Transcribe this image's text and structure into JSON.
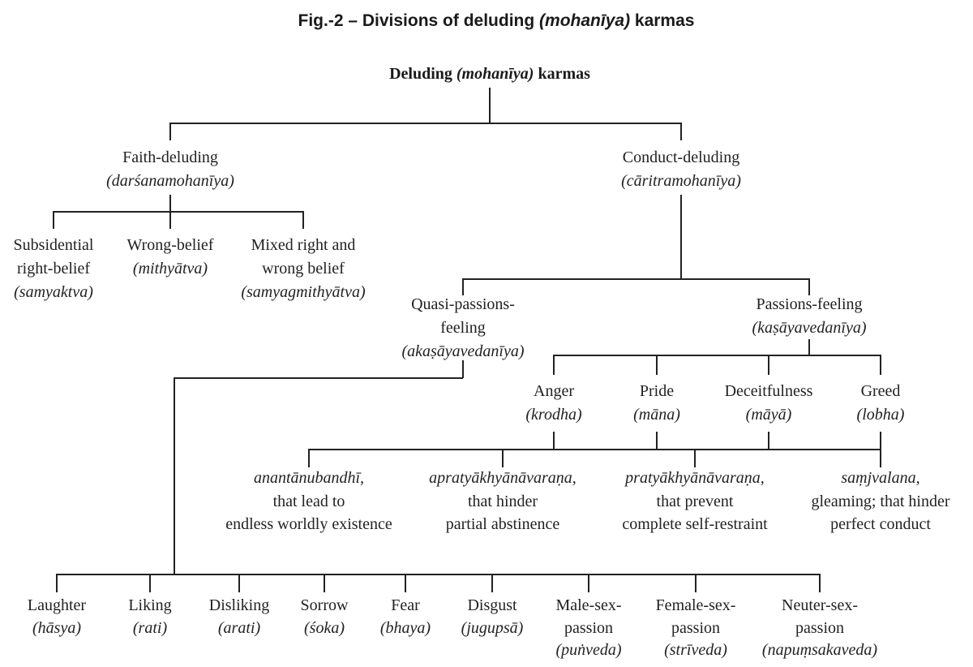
{
  "figure": {
    "title_prefix": "Fig.-2 – Divisions of deluding ",
    "title_italic": "(mohanīya)",
    "title_suffix": " karmas"
  },
  "root": {
    "label_prefix": "Deluding ",
    "label_italic": "(mohanīya)",
    "label_suffix": " karmas"
  },
  "faith_deluding": {
    "name": "Faith-deluding",
    "term": "(darśanamohanīya)",
    "children": [
      {
        "lines": [
          "Subsidential",
          "right-belief"
        ],
        "term": "(samyaktva)"
      },
      {
        "lines": [
          "Wrong-belief"
        ],
        "term": "(mithyātva)"
      },
      {
        "lines": [
          "Mixed right and",
          "wrong belief"
        ],
        "term": "(samyagmithyātva)"
      }
    ]
  },
  "conduct_deluding": {
    "name": "Conduct-deluding",
    "term": "(cāritramohanīya)"
  },
  "quasi_passions": {
    "lines": [
      "Quasi-passions-",
      "feeling"
    ],
    "term": "(akaṣāyavedanīya)",
    "children": [
      {
        "lines": [
          "Laughter"
        ],
        "term": "(hāsya)"
      },
      {
        "lines": [
          "Liking"
        ],
        "term": "(rati)"
      },
      {
        "lines": [
          "Disliking"
        ],
        "term": "(arati)"
      },
      {
        "lines": [
          "Sorrow"
        ],
        "term": "(śoka)"
      },
      {
        "lines": [
          "Fear"
        ],
        "term": "(bhaya)"
      },
      {
        "lines": [
          "Disgust"
        ],
        "term": "(jugupsā)"
      },
      {
        "lines": [
          "Male-sex-",
          "passion"
        ],
        "term": "(puṅveda)"
      },
      {
        "lines": [
          "Female-sex-",
          "passion"
        ],
        "term": "(strīveda)"
      },
      {
        "lines": [
          "Neuter-sex-",
          "passion"
        ],
        "term": "(napuṃsakaveda)"
      }
    ]
  },
  "passions_feeling": {
    "name": "Passions-feeling",
    "term": "(kaṣāyavedanīya)",
    "passions": [
      {
        "name": "Anger",
        "term": "(krodha)"
      },
      {
        "name": "Pride",
        "term": "(māna)"
      },
      {
        "name": "Deceitfulness",
        "term": "(māyā)"
      },
      {
        "name": "Greed",
        "term": "(lobha)"
      }
    ],
    "intensities": [
      {
        "term": "anantānubandhī,",
        "lines": [
          "that lead to",
          "endless worldly existence"
        ]
      },
      {
        "term": "apratyākhyānāvaraṇa,",
        "lines": [
          "that hinder",
          "partial abstinence"
        ]
      },
      {
        "term": "pratyākhyānāvaraṇa,",
        "lines": [
          "that prevent",
          "complete self-restraint"
        ]
      },
      {
        "term": "saṃjvalana,",
        "lines": [
          "gleaming; that hinder",
          "perfect conduct"
        ]
      }
    ]
  }
}
